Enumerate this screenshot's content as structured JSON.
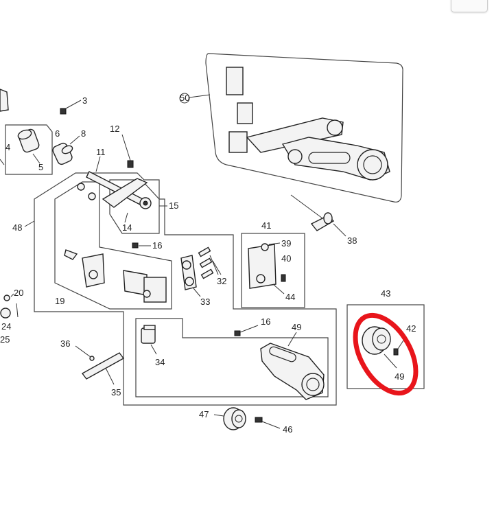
{
  "callouts": {
    "c3": "3",
    "c4": "4",
    "c5": "5",
    "c6": "6",
    "c8": "8",
    "c11": "11",
    "c12": "12",
    "c14": "14",
    "c15": "15",
    "c16a": "16",
    "c16b": "16",
    "c19": "19",
    "c20": "20",
    "c24": "24",
    "c25": "25",
    "c32": "32",
    "c33": "33",
    "c34": "34",
    "c35": "35",
    "c36": "36",
    "c38": "38",
    "c39": "39",
    "c40": "40",
    "c41": "41",
    "c42": "42",
    "c43": "43",
    "c44": "44",
    "c46": "46",
    "c47": "47",
    "c48": "48",
    "c49a": "49",
    "c49b": "49",
    "c50": "50"
  },
  "highlight": {
    "color": "#e8151b",
    "part": "49"
  },
  "colors": {
    "line": "#333333",
    "background": "#ffffff"
  }
}
